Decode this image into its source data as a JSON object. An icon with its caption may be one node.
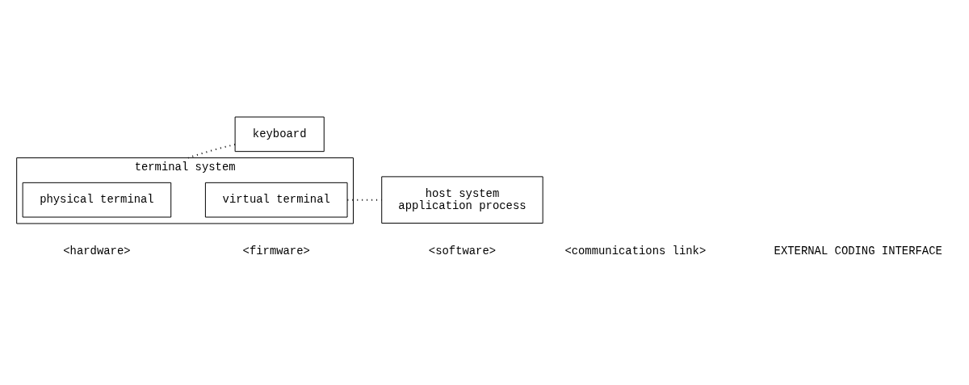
{
  "diagram": {
    "nodes": [
      {
        "text": [
          "keyboard"
        ]
      },
      {
        "text": [
          "terminal system"
        ]
      },
      {
        "text": [
          "physical terminal"
        ],
        "in": 1,
        "beside": [
          "<hardware>"
        ]
      },
      {
        "text": [
          "virtual terminal"
        ],
        "in": 1,
        "beside": [
          "<firmware>"
        ]
      },
      {
        "text": [
          "host system",
          "application process"
        ],
        "beside": [
          "<software>"
        ]
      }
    ],
    "edges": [
      {
        "from": 0,
        "to": 1,
        "arrow": "none",
        "style": "dashed"
      },
      {
        "from": 3,
        "to": 4,
        "arrow": "none",
        "style": "dashed"
      }
    ],
    "labels": [
      "<communications link>",
      "EXTERNAL CODING INTERFACE"
    ]
  }
}
